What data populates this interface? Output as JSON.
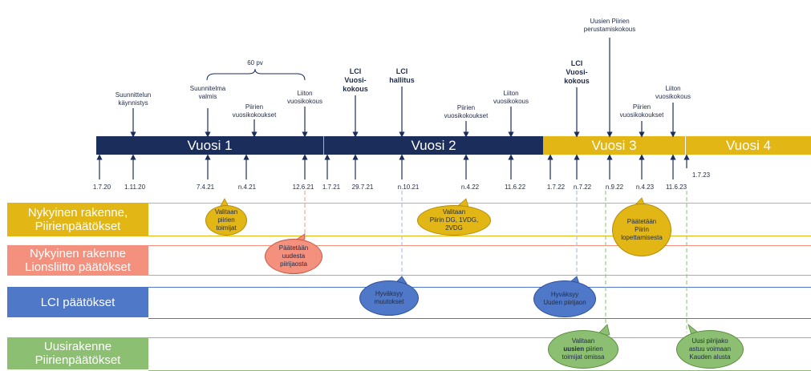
{
  "span_label": "60 pv",
  "top_labels": [
    {
      "text": "Suunnittelun\nkäynnistys",
      "bold": false
    },
    {
      "text": "Suunnitelma\nvalmis",
      "bold": false
    },
    {
      "text": "Piirien\nvuosikokoukset",
      "bold": false
    },
    {
      "text": "Liiton\nvuosikokous",
      "bold": false
    },
    {
      "text": "LCI\nVuosi-\nkokous",
      "bold": true
    },
    {
      "text": "LCI\nhallitus",
      "bold": true
    },
    {
      "text": "Piirien\nvuosikokoukset",
      "bold": false
    },
    {
      "text": "Liiton\nvuosikokous",
      "bold": false
    },
    {
      "text": "LCI\nVuosi-\nkokous",
      "bold": true
    },
    {
      "text": "Uusien Piirien\nperustamiskokous",
      "bold": false
    },
    {
      "text": "Piirien\nvuosikokoukset",
      "bold": false
    },
    {
      "text": "Liiton\nvuosikokous",
      "bold": false
    }
  ],
  "years": [
    "Vuosi 1",
    "Vuosi 2",
    "Vuosi 3",
    "Vuosi 4"
  ],
  "dates": [
    "1.7.20",
    "1.11.20",
    "7.4.21",
    "n.4.21",
    "12.6.21",
    "1.7.21",
    "29.7.21",
    "n.10.21",
    "n.4.22",
    "11.6.22",
    "1.7.22",
    "n.7.22",
    "n.9.22",
    "n.4.23",
    "11.6.23",
    "1.7.23"
  ],
  "rows": [
    {
      "label": "Nykyinen rakenne,\nPiirienpäätökset"
    },
    {
      "label": "Nykyinen rakenne\nLionsliitto päätökset"
    },
    {
      "label": "LCI päätökset"
    },
    {
      "label": "Uusirakenne\nPiirienpäätökset"
    }
  ],
  "bubbles": [
    {
      "text": "Valitaan\npiirien\ntoimijat"
    },
    {
      "text": "Valitaan\nPiirin DG, 1VDG,\n2VDG"
    },
    {
      "text": "Päätetään\nPiirin\nlopettamisesta"
    },
    {
      "text": "Päätetään\nuudesta\npiirijaosta"
    },
    {
      "text": "Hyväksyy\nmuutokset"
    },
    {
      "text": "Hyväksyy\nUuden piirijaon"
    },
    {
      "pre": "Valitaan",
      "strong": "uusien",
      "post": "piirien\ntoimijat omissa"
    },
    {
      "text": "Uusi piirijako\nastuu voimaan\nKauden alusta"
    }
  ],
  "colors": {
    "navy": "#1b2d5b",
    "gold": "#e2b615",
    "coral": "#f3907e",
    "blue": "#4f79c8",
    "green": "#8cbf72"
  }
}
